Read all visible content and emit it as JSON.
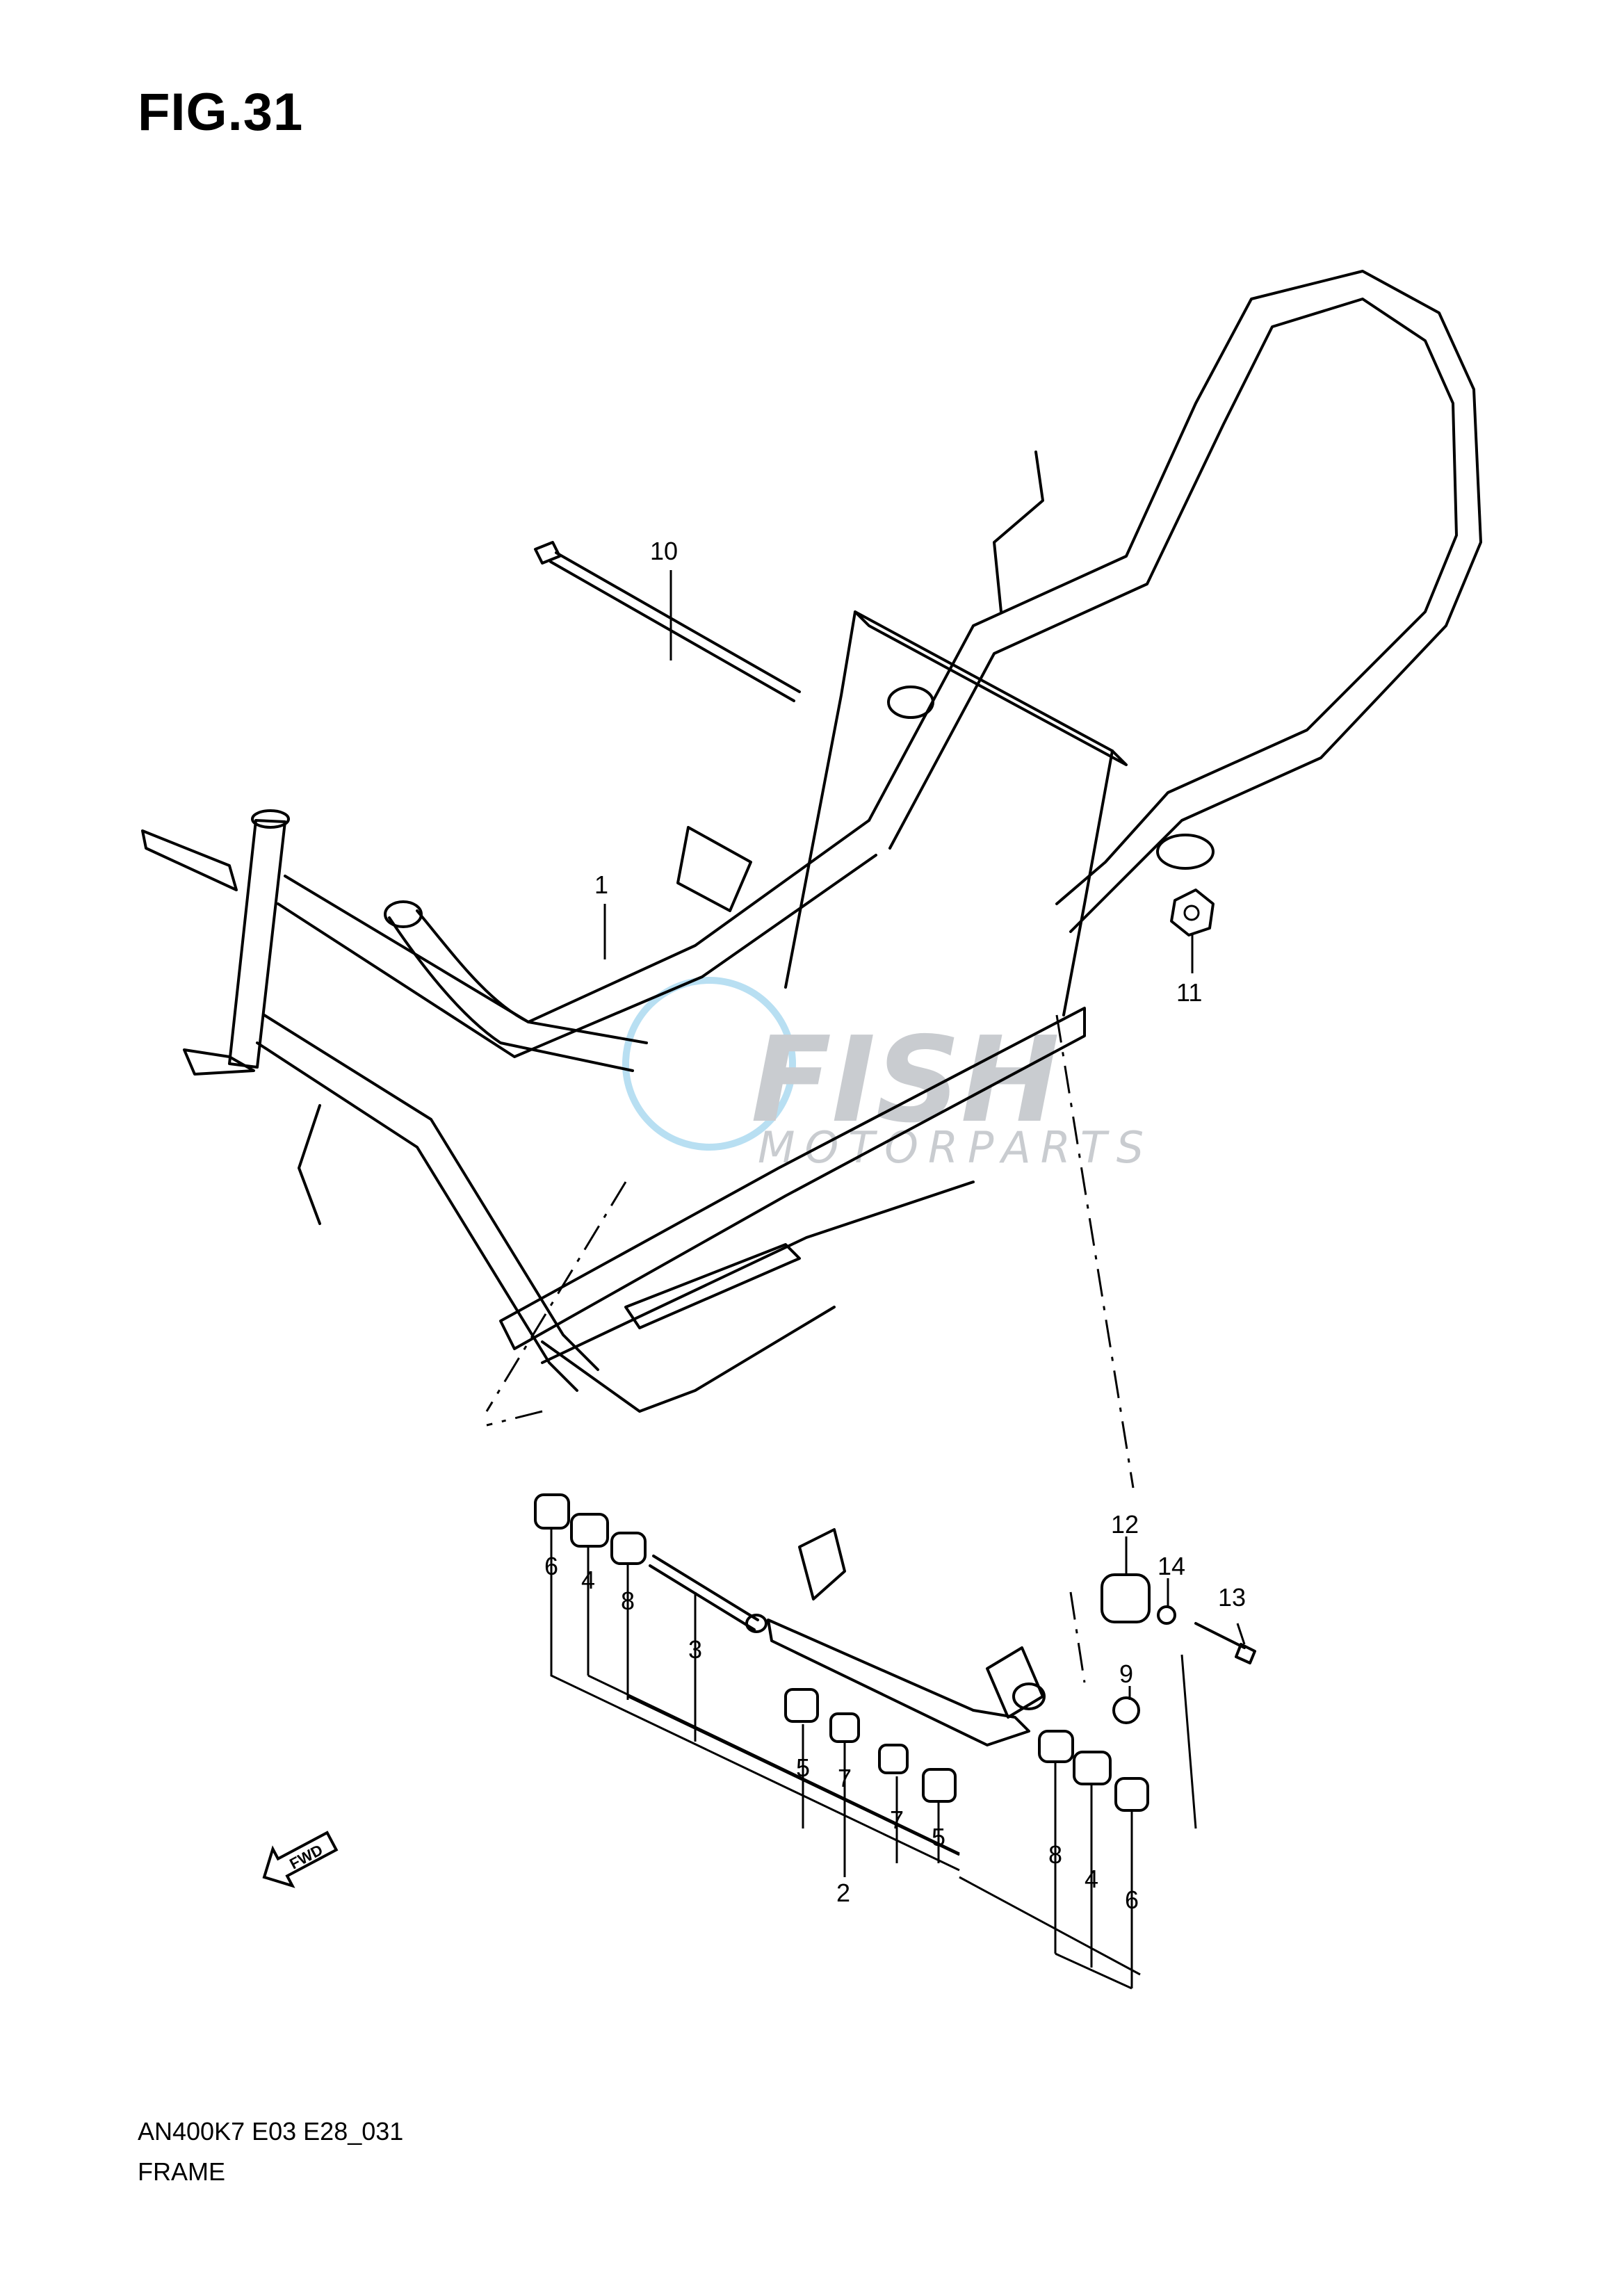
{
  "figure": {
    "title": "FIG.31",
    "code": "AN400K7 E03 E28_031",
    "name": "FRAME"
  },
  "watermark": {
    "brand": "FISH",
    "sub": "MOTORPARTS",
    "color": "#c9ccd0",
    "accent": "#b8dff2"
  },
  "direction_badge": {
    "text": "FWD",
    "icon": "fwd-arrow-icon"
  },
  "callouts": {
    "c1": "1",
    "c2": "2",
    "c3": "3",
    "c4a": "4",
    "c4b": "4",
    "c5a": "5",
    "c5b": "5",
    "c6a": "6",
    "c6b": "6",
    "c7a": "7",
    "c7b": "7",
    "c8a": "8",
    "c8b": "8",
    "c9": "9",
    "c10": "10",
    "c11": "11",
    "c12": "12",
    "c13": "13",
    "c14": "14"
  }
}
